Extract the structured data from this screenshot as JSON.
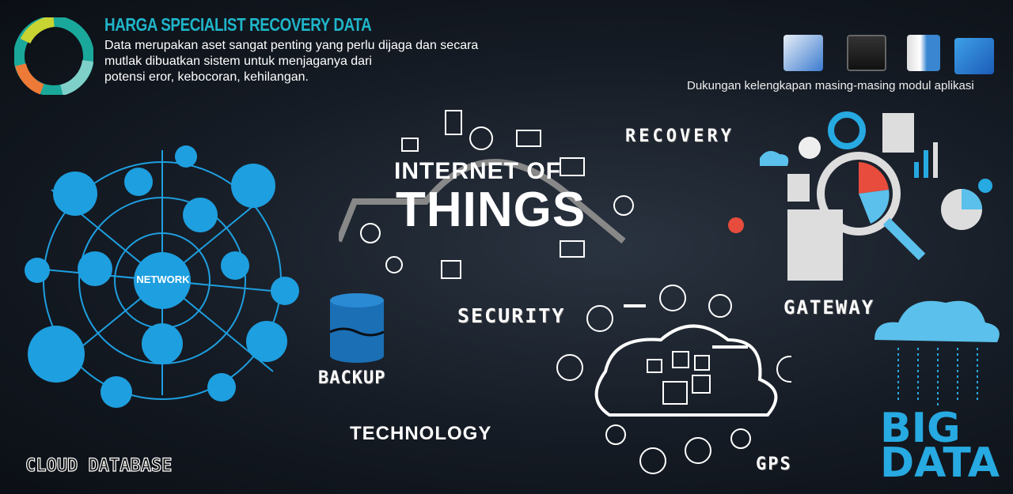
{
  "header": {
    "title": "HARGA SPECIALIST RECOVERY DATA",
    "description_lines": [
      "Data merupakan aset sangat penting yang perlu dijaga dan secara",
      "mutlak dibuatkan sistem untuk menjaganya dari",
      "potensi eror, kebocoran, kehilangan."
    ]
  },
  "modules": {
    "icons": [
      "report-calculator-icon",
      "pos-cashier-icon",
      "database-server-icon",
      "credit-card-icon"
    ],
    "caption": "Dukungan kelengkapan masing-masing modul aplikasi"
  },
  "labels": {
    "network": "NETWORK",
    "iot_line1": "INTERNET OF",
    "iot_line2": "THINGS",
    "recovery": "RECOVERY",
    "gateway": "GATEWAY",
    "security": "SECURITY",
    "backup": "BACKUP",
    "technology": "TECHNOLOGY",
    "cloud_database": "CLOUD DATABASE",
    "gps": "GPS",
    "big": "BIG",
    "data": "DATA"
  },
  "colors": {
    "accent": "#1fb5c9",
    "network": "#1e9fe0",
    "bigdata": "#27a9e1"
  }
}
